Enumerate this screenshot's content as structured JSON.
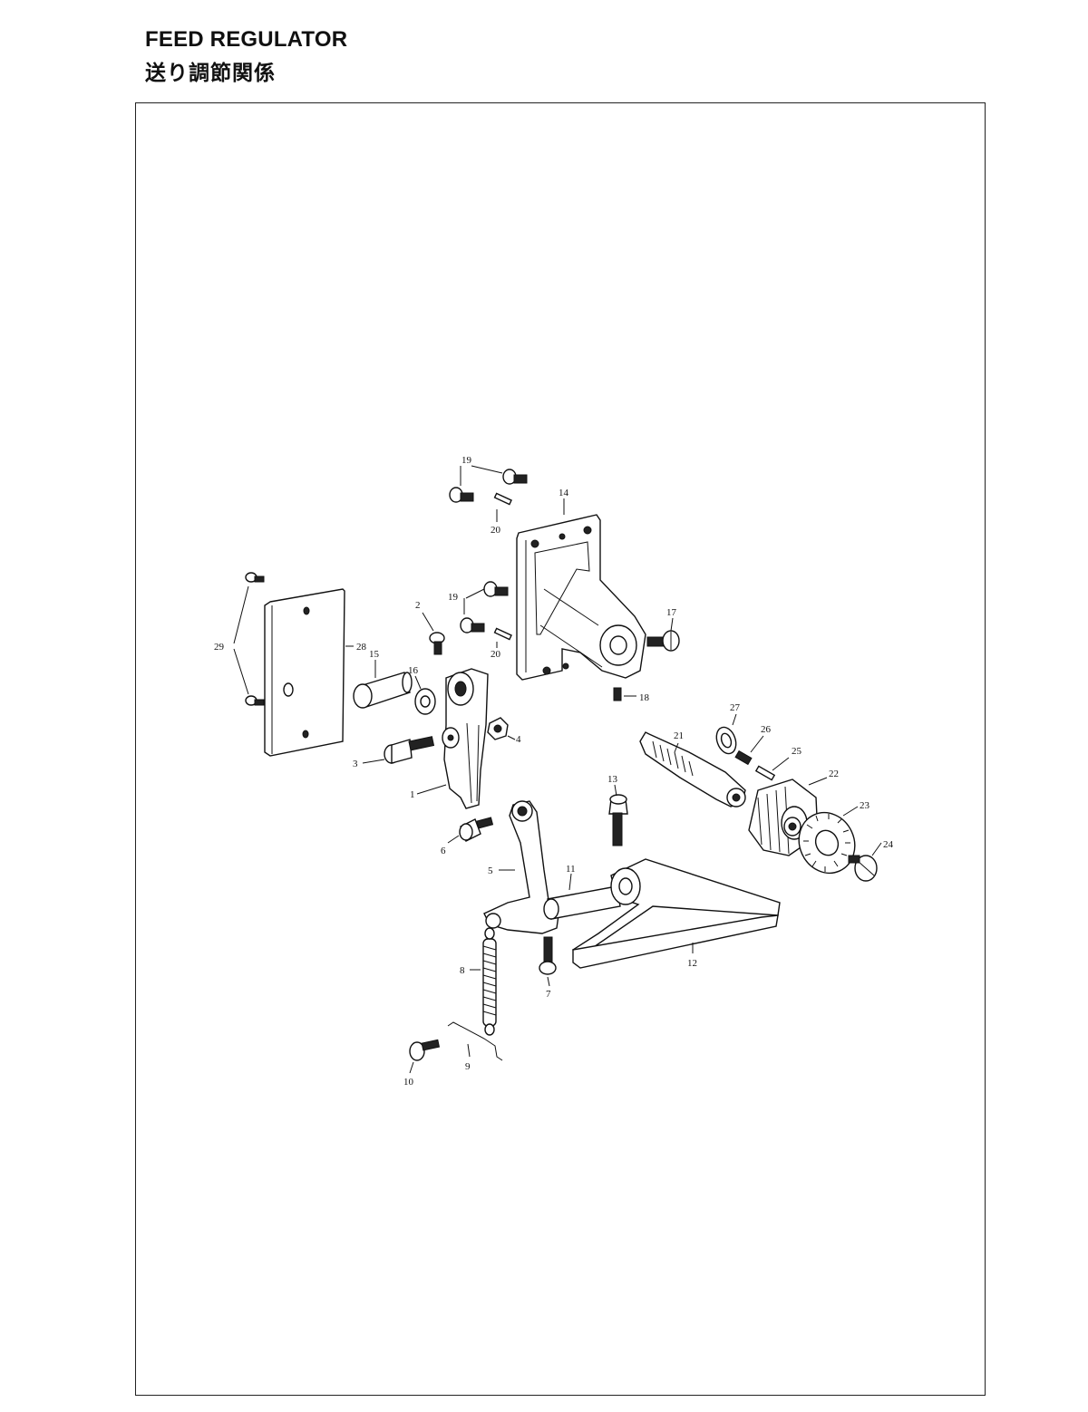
{
  "page": {
    "title_en": "FEED REGULATOR",
    "title_ja": "送り調節関係"
  },
  "labels": {
    "p1": "1",
    "p2": "2",
    "p3": "3",
    "p4": "4",
    "p5": "5",
    "p6": "6",
    "p7": "7",
    "p8": "8",
    "p9": "9",
    "p10": "10",
    "p11": "11",
    "p12": "12",
    "p13": "13",
    "p14": "14",
    "p15": "15",
    "p16": "16",
    "p17": "17",
    "p18": "18",
    "p19a": "19",
    "p19b": "19",
    "p20a": "20",
    "p20b": "20",
    "p21": "21",
    "p22": "22",
    "p23": "23",
    "p24": "24",
    "p25": "25",
    "p26": "26",
    "p27": "27",
    "p28": "28",
    "p29": "29"
  }
}
